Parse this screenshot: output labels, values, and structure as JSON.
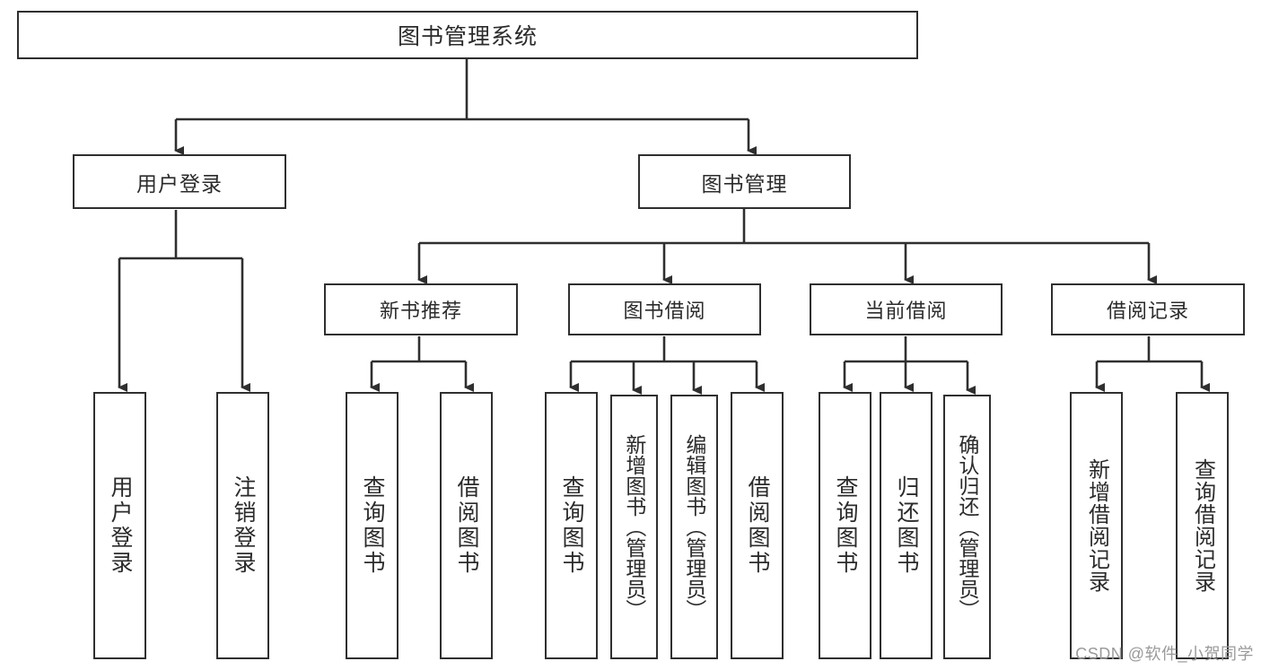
{
  "diagram": {
    "title": "图书管理系统",
    "root": {
      "label": "图书管理系统"
    },
    "level1": [
      {
        "label": "用户登录"
      },
      {
        "label": "图书管理"
      }
    ],
    "level2": [
      {
        "label": "新书推荐"
      },
      {
        "label": "图书借阅"
      },
      {
        "label": "当前借阅"
      },
      {
        "label": "借阅记录"
      }
    ],
    "leaves": {
      "user_login": [
        {
          "label": "用户登录"
        },
        {
          "label": "注销登录"
        }
      ],
      "new_book_recommend": [
        {
          "label": "查询图书"
        },
        {
          "label": "借阅图书"
        }
      ],
      "book_borrow": [
        {
          "label": "查询图书"
        },
        {
          "label": "新增图书（管理员）"
        },
        {
          "label": "编辑图书（管理员）"
        },
        {
          "label": "借阅图书"
        }
      ],
      "current_borrow": [
        {
          "label": "查询图书"
        },
        {
          "label": "归还图书"
        },
        {
          "label": "确认归还（管理员）"
        }
      ],
      "borrow_records": [
        {
          "label": "新增借阅记录"
        },
        {
          "label": "查询借阅记录"
        }
      ]
    }
  },
  "watermark": {
    "text": "CSDN @软件_小贺同学"
  },
  "colors": {
    "stroke": "#2f2f2f",
    "fill": "#ffffff",
    "text": "#2b2b2b",
    "watermark": "#9a9a9a"
  }
}
